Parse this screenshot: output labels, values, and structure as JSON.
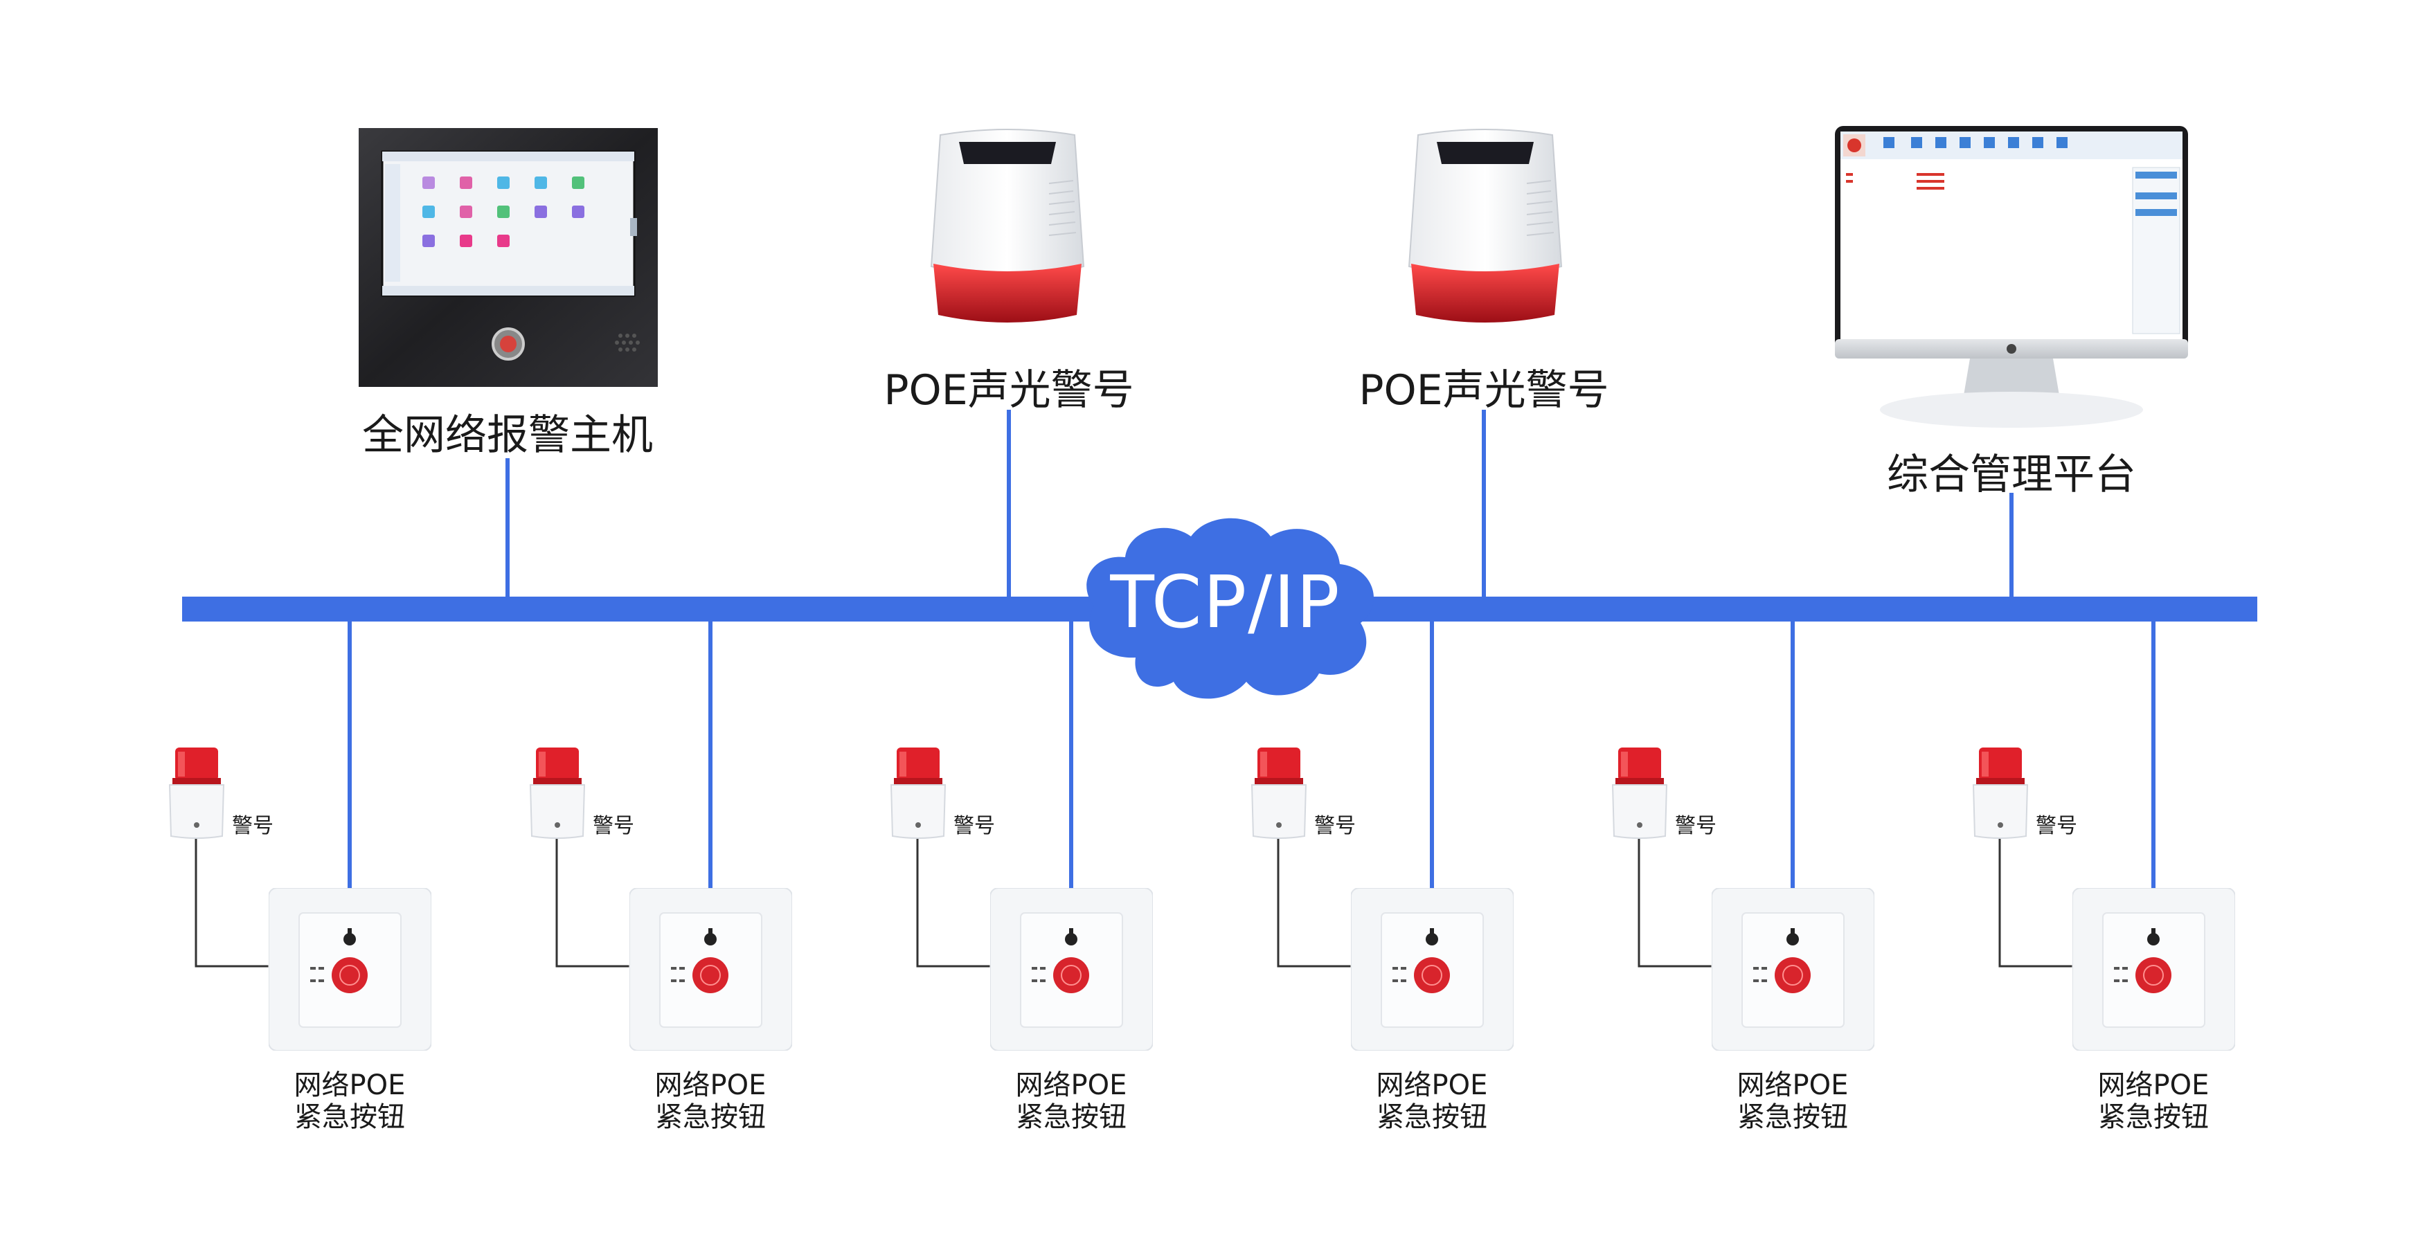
{
  "network": {
    "bus_label": "TCP/IP",
    "bus_color": "#3e6fe3",
    "cable_color": "#333333"
  },
  "top_devices": [
    {
      "label": "全网络报警主机",
      "icon": "alarm-host-panel-icon"
    },
    {
      "label": "POE声光警号",
      "icon": "outdoor-siren-icon"
    },
    {
      "label": "POE声光警号",
      "icon": "outdoor-siren-icon"
    },
    {
      "label": "综合管理平台",
      "icon": "monitor-icon"
    }
  ],
  "button_units": [
    {
      "siren_label": "警号",
      "line1": "网络POE",
      "line2": "紧急按钮"
    },
    {
      "siren_label": "警号",
      "line1": "网络POE",
      "line2": "紧急按钮"
    },
    {
      "siren_label": "警号",
      "line1": "网络POE",
      "line2": "紧急按钮"
    },
    {
      "siren_label": "警号",
      "line1": "网络POE",
      "line2": "紧急按钮"
    },
    {
      "siren_label": "警号",
      "line1": "网络POE",
      "line2": "紧急按钮"
    },
    {
      "siren_label": "警号",
      "line1": "网络POE",
      "line2": "紧急按钮"
    }
  ],
  "colors": {
    "siren_red": "#e0202a",
    "button_red": "#d8242c",
    "panel_dark": "#2b2b2e",
    "screen_blue": "#4a8fd8"
  }
}
